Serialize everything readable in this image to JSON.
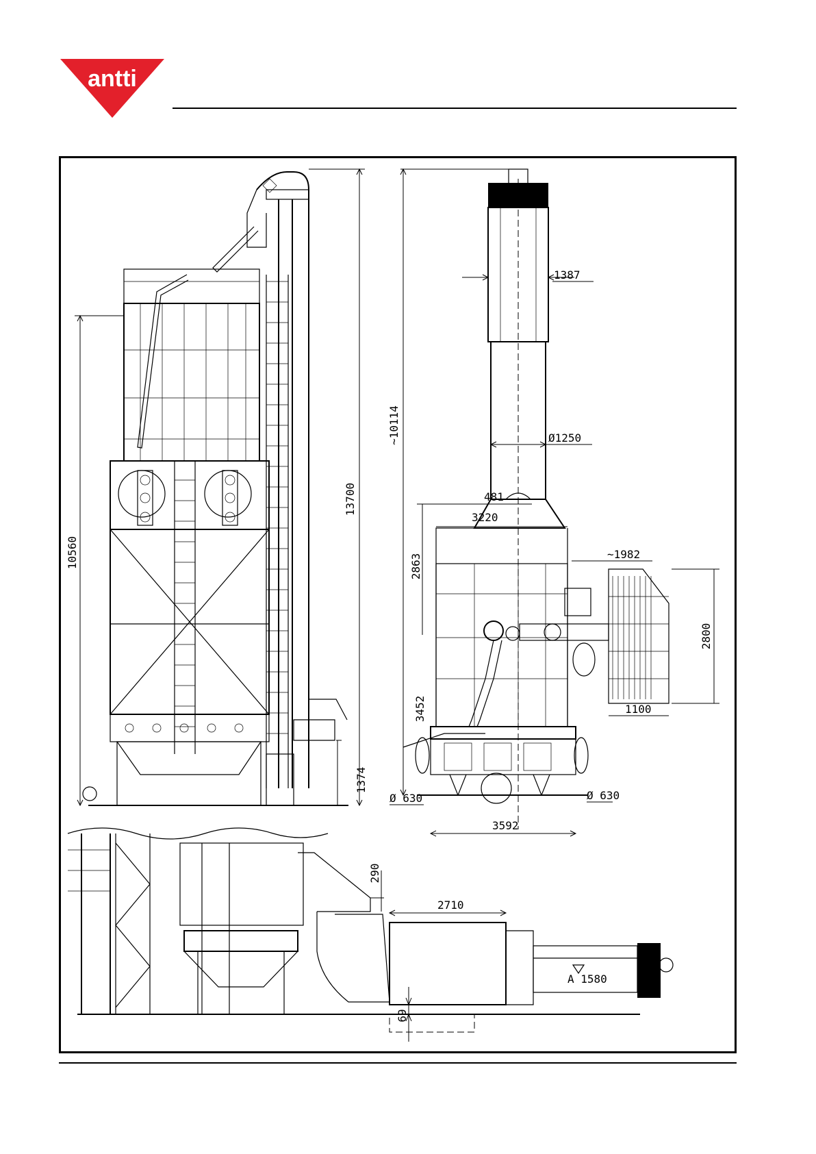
{
  "brand": {
    "logo_text": "antti",
    "logo_color": "#e3202b"
  },
  "drawing": {
    "side_view": {
      "dim_total_height": "13700",
      "dim_column_height": "10560",
      "dim_cyclone_height": "1374"
    },
    "front_view": {
      "dim_overall_height": "~10114",
      "dim_top_width": "1387",
      "dim_pipe_diameter": "Ø1250",
      "dim_offset": "481",
      "dim_hood_width": "3220",
      "dim_burner_offset": "~1982",
      "dim_upper_height": "2863",
      "dim_burner_height": "2800",
      "dim_lower_height": "3452",
      "dim_burner_depth": "1100",
      "dim_left_port": "Ø 630",
      "dim_right_port": "Ø 630",
      "dim_base_width": "3592"
    },
    "bottom_view": {
      "dim_duct_drop": "290",
      "dim_chamber_length": "2710",
      "dim_floor_depth": "69",
      "burner_label": "A 1580"
    }
  }
}
